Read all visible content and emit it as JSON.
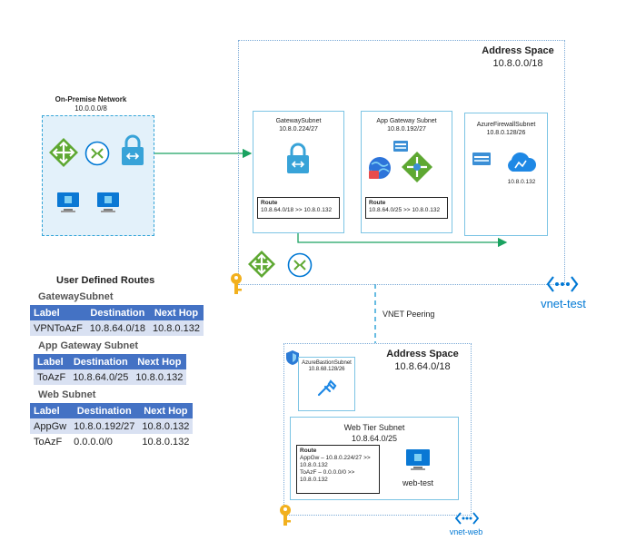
{
  "onprem": {
    "title": "On-Premise Network",
    "cidr": "10.0.0.0/8"
  },
  "vnet_test": {
    "address_space_label": "Address Space",
    "address_space": "10.8.0.0/18",
    "name": "vnet-test",
    "gateway_subnet": {
      "name": "GatewaySubnet",
      "cidr": "10.8.0.224/27",
      "route_title": "Route",
      "route": "10.8.64.0/18 >> 10.8.0.132"
    },
    "appgw_subnet": {
      "name": "App Gateway Subnet",
      "cidr": "10.8.0.192/27",
      "route_title": "Route",
      "route": "10.8.64.0/25 >> 10.8.0.132"
    },
    "firewall_subnet": {
      "name": "AzureFirewallSubnet",
      "cidr": "10.8.0.128/26",
      "firewall_ip": "10.8.0.132"
    }
  },
  "peering_label": "VNET Peering",
  "vnet_web": {
    "address_space_label": "Address Space",
    "address_space": "10.8.64.0/18",
    "name": "vnet-web",
    "bastion_subnet": {
      "name": "AzureBastionSubnet",
      "cidr": "10.8.68.128/26"
    },
    "web_subnet": {
      "name": "Web Tier Subnet",
      "cidr": "10.8.64.0/25",
      "route_title": "Route",
      "route_lines": [
        "AppGw – 10.8.0.224/27 >>",
        "10.8.0.132",
        "ToAzF – 0.0.0.0/0 >>",
        "10.8.0.132"
      ],
      "vm_name": "web-test"
    }
  },
  "udr": {
    "title": "User Defined Routes",
    "tables": [
      {
        "name": "GatewaySubnet",
        "headers": [
          "Label",
          "Destination",
          "Next Hop"
        ],
        "rows": [
          [
            "VPNToAzF",
            "10.8.64.0/18",
            "10.8.0.132"
          ]
        ]
      },
      {
        "name": "App Gateway Subnet",
        "headers": [
          "Label",
          "Destination",
          "Next Hop"
        ],
        "rows": [
          [
            "ToAzF",
            "10.8.64.0/25",
            "10.8.0.132"
          ]
        ]
      },
      {
        "name": "Web Subnet",
        "headers": [
          "Label",
          "Destination",
          "Next Hop"
        ],
        "rows": [
          [
            "AppGw",
            "10.8.0.192/27",
            "10.8.0.132"
          ],
          [
            "ToAzF",
            "0.0.0.0/0",
            "10.8.0.132"
          ]
        ]
      }
    ]
  },
  "colors": {
    "accent": "#0078d4",
    "route_line": "#1aa260",
    "table_header": "#4472c4",
    "table_row": "#d9e1f2",
    "key": "#f2b01e"
  }
}
